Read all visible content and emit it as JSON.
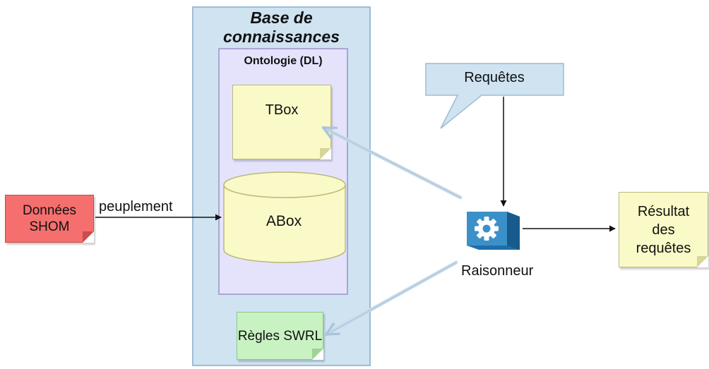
{
  "knowledge_base": {
    "title": "Base de connaissances"
  },
  "ontology": {
    "title": "Ontologie (DL)"
  },
  "tbox": {
    "label": "TBox"
  },
  "abox": {
    "label": "ABox"
  },
  "donnees": {
    "label": "Données SHOM"
  },
  "peuplement": {
    "label": "peuplement"
  },
  "regles": {
    "label": "Règles SWRL"
  },
  "requetes": {
    "label": "Requêtes"
  },
  "raisonneur": {
    "label": "Raisonneur",
    "icon": "gear-icon"
  },
  "resultat": {
    "label": "Résultat des requêtes"
  },
  "colors": {
    "knowledge_base_fill": "#cfe3f1",
    "ontology_fill": "#e5e3fb",
    "note_yellow": "#fafac8",
    "note_red": "#f56f6f",
    "note_green": "#c9f2c3",
    "callout_blue": "#cfe3f1",
    "reasoner_blue": "#3c90c8"
  }
}
